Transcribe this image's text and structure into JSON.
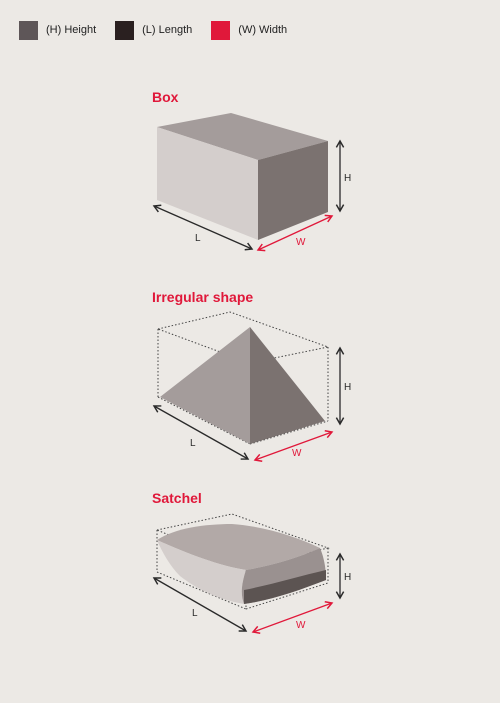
{
  "legend": [
    {
      "label": "(H) Height",
      "color": "#5e5658"
    },
    {
      "label": "(L) Length",
      "color": "#2a2020"
    },
    {
      "label": "(W) Width",
      "color": "#e0183a"
    }
  ],
  "colors": {
    "accent": "#e0183a",
    "arrow_dark": "#2a2a2a",
    "face_top": "#a49c9b",
    "face_front": "#d4cecc",
    "face_side": "#7b7270",
    "background": "#ece9e5"
  },
  "sections": [
    {
      "title": "Box",
      "dims": {
        "h": "H",
        "l": "L",
        "w": "W"
      }
    },
    {
      "title": "Irregular shape",
      "dims": {
        "h": "H",
        "l": "L",
        "w": "W"
      }
    },
    {
      "title": "Satchel",
      "dims": {
        "h": "H",
        "l": "L",
        "w": "W"
      }
    }
  ]
}
